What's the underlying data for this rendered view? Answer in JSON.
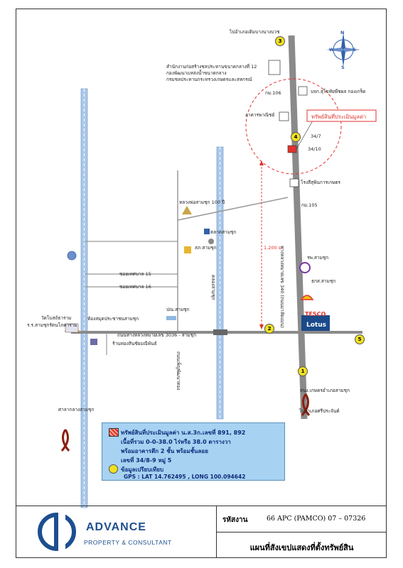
{
  "map": {
    "top_destination": "ไปอำเภอเดิมบางนางบวช",
    "bottom_destination": "ไปอำเภอศรีประจันต์",
    "north_letter": "N",
    "south_letter": "S",
    "east_letter": "E",
    "west_letter": "W",
    "subject_label": "ทรัพย์สินที่ประเมินมูลค่า",
    "distance_label": "1,200 ม.",
    "labels": {
      "office_line1": "สำนักงานก่อสร้างชลประทานขนาดกลางที่ 12",
      "office_line2": "กองพัฒนาแหล่งน้ำขนาดกลาง",
      "office_line3": "กรมชลประทานกระทรวงเกษตรและสหกรณ์",
      "km106": "กม.106",
      "km105": "กม.105",
      "company": "บจก.สุโขทัยพืชผล กองเกร็ด",
      "commercial": "อาคารพาณิชย์",
      "house347": "34/7",
      "house3410": "34/10",
      "rice_mill": "โรงสีสุพินการเกษตร",
      "rama": "หลวงพ่อสามชุก 100 ปี",
      "market": "ตลาดสามชุก",
      "police": "สภ.สามชุก",
      "local_road_15": "ซอยเทศบาล 15",
      "local_road_16": "ซอยเทศบาล 16",
      "post_office": "ปณ.สามชุก",
      "museum": "ห้องสมุดประชาชนสามชุก",
      "wat": "วัดโบสถ์ธาราม",
      "school": "ร.ร.สามชุกรัตนโภคาราม",
      "bank": "ธกส.สามชุก",
      "hwy_3036": "ถนนทางหลวงหมายเลข 3036 - สามชุก",
      "shop": "ร้านทองสินชัยมณีพันธ์",
      "hospital": "รพ.สามชุก",
      "hwy_340": "ทางหลวงหมายเลข 340 (ถนนมาลัยแมน)",
      "local_road_left": "ถนนเพ็ญพัฒนาทอง",
      "canal": "คลองสามชุก",
      "hall": "ศาลากลางสามชุก",
      "temple2": "สนง.เกษตรอำเภอสามชุก",
      "tesco_top": "TESCO",
      "tesco_bottom": "Lotus"
    },
    "markers": [
      "3",
      "4",
      "1",
      "2",
      "5"
    ]
  },
  "legend": {
    "line1": "ทรัพย์สินที่ประเมินมูลค่า น.ส.3ก.เลขที่ 891, 892",
    "line2": "เนื้อที่รวม 0-0-38.0 ไร่หรือ 38.0 ตารางวา",
    "line3": "พร้อมอาคารตึก 2 ชั้น พร้อมชั้นลอย",
    "line4": "เลขที่ 34/8-9 หมู่ 5",
    "line5": "ข้อมูลเปรียบเทียบ",
    "gps": "GPS : LAT 14.762495 , LONG 100.094642",
    "subject_color": "#e0332f",
    "comparable_color": "#f0e020"
  },
  "footer": {
    "brand_name": "ADVANCE",
    "brand_sub": "PROPERTY & CONSULTANT",
    "code_label": "รหัสงาน",
    "code_value": "66 APC (PAMCO) 07 – 07326",
    "map_title": "แผนที่สังเขปแสดงที่ตั้งทรัพย์สิน"
  }
}
